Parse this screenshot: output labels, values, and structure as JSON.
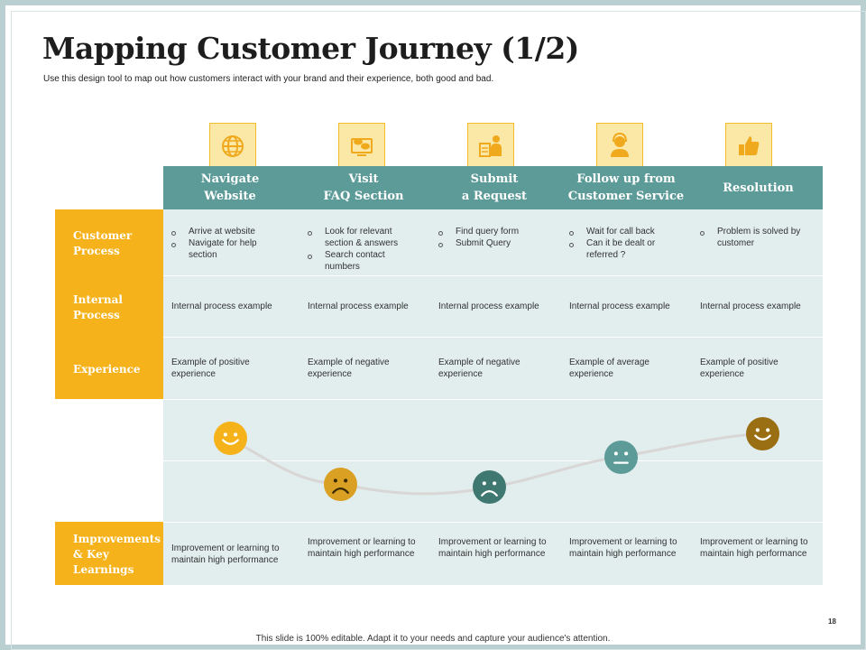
{
  "title": "Mapping Customer Journey (1/2)",
  "subtitle": "Use this design tool to map out how customers interact with your brand and their experience, both good and bad.",
  "columns": [
    {
      "label": "Navigate\nWebsite",
      "icon": "globe-icon"
    },
    {
      "label": "Visit\nFAQ Section",
      "icon": "faq-chat-icon"
    },
    {
      "label": "Submit\na Request",
      "icon": "request-form-icon"
    },
    {
      "label": "Follow up from\nCustomer Service",
      "icon": "customer-service-agent-icon"
    },
    {
      "label": "Resolution",
      "icon": "thumbs-up-icon"
    }
  ],
  "rows": {
    "customer_process": {
      "label": "Customer\nProcess",
      "cells": [
        [
          "Arrive at website",
          "Navigate for help section"
        ],
        [
          "Look for relevant section & answers",
          "Search contact numbers"
        ],
        [
          "Find query form",
          "Submit Query"
        ],
        [
          "Wait for call back",
          "Can it be dealt or referred ?"
        ],
        [
          "Problem is solved by customer"
        ]
      ]
    },
    "internal_process": {
      "label": "Internal\nProcess",
      "cells": [
        "Internal process example",
        "Internal process example",
        "Internal process example",
        "Internal process example",
        "Internal process example"
      ]
    },
    "experience": {
      "label": "Experience",
      "cells": [
        "Example of positive experience",
        "Example of negative experience",
        "Example of negative experience",
        "Example of average experience",
        "Example of positive experience"
      ],
      "moods": [
        "happy",
        "sad",
        "sad",
        "neutral",
        "happy"
      ],
      "mood_colors": [
        "#f5b21b",
        "#d9a024",
        "#3f7771",
        "#5d9b99",
        "#9a6e12"
      ]
    },
    "improvements": {
      "label": "Improvements\n& Key\nLearnings",
      "cells": [
        "Improvement or learning to maintain high performance",
        "Improvement or learning to maintain high performance",
        "Improvement or learning to maintain high performance",
        "Improvement or learning to maintain high performance",
        "Improvement or learning to maintain high performance"
      ]
    }
  },
  "colors": {
    "teal": "#5d9b99",
    "gold": "#f5b21b",
    "grid": "#e2eded",
    "icon_fill": "#fbe8a6"
  },
  "slide_number": "18",
  "footer": "This slide is 100% editable. Adapt it to your needs and capture your audience's attention."
}
